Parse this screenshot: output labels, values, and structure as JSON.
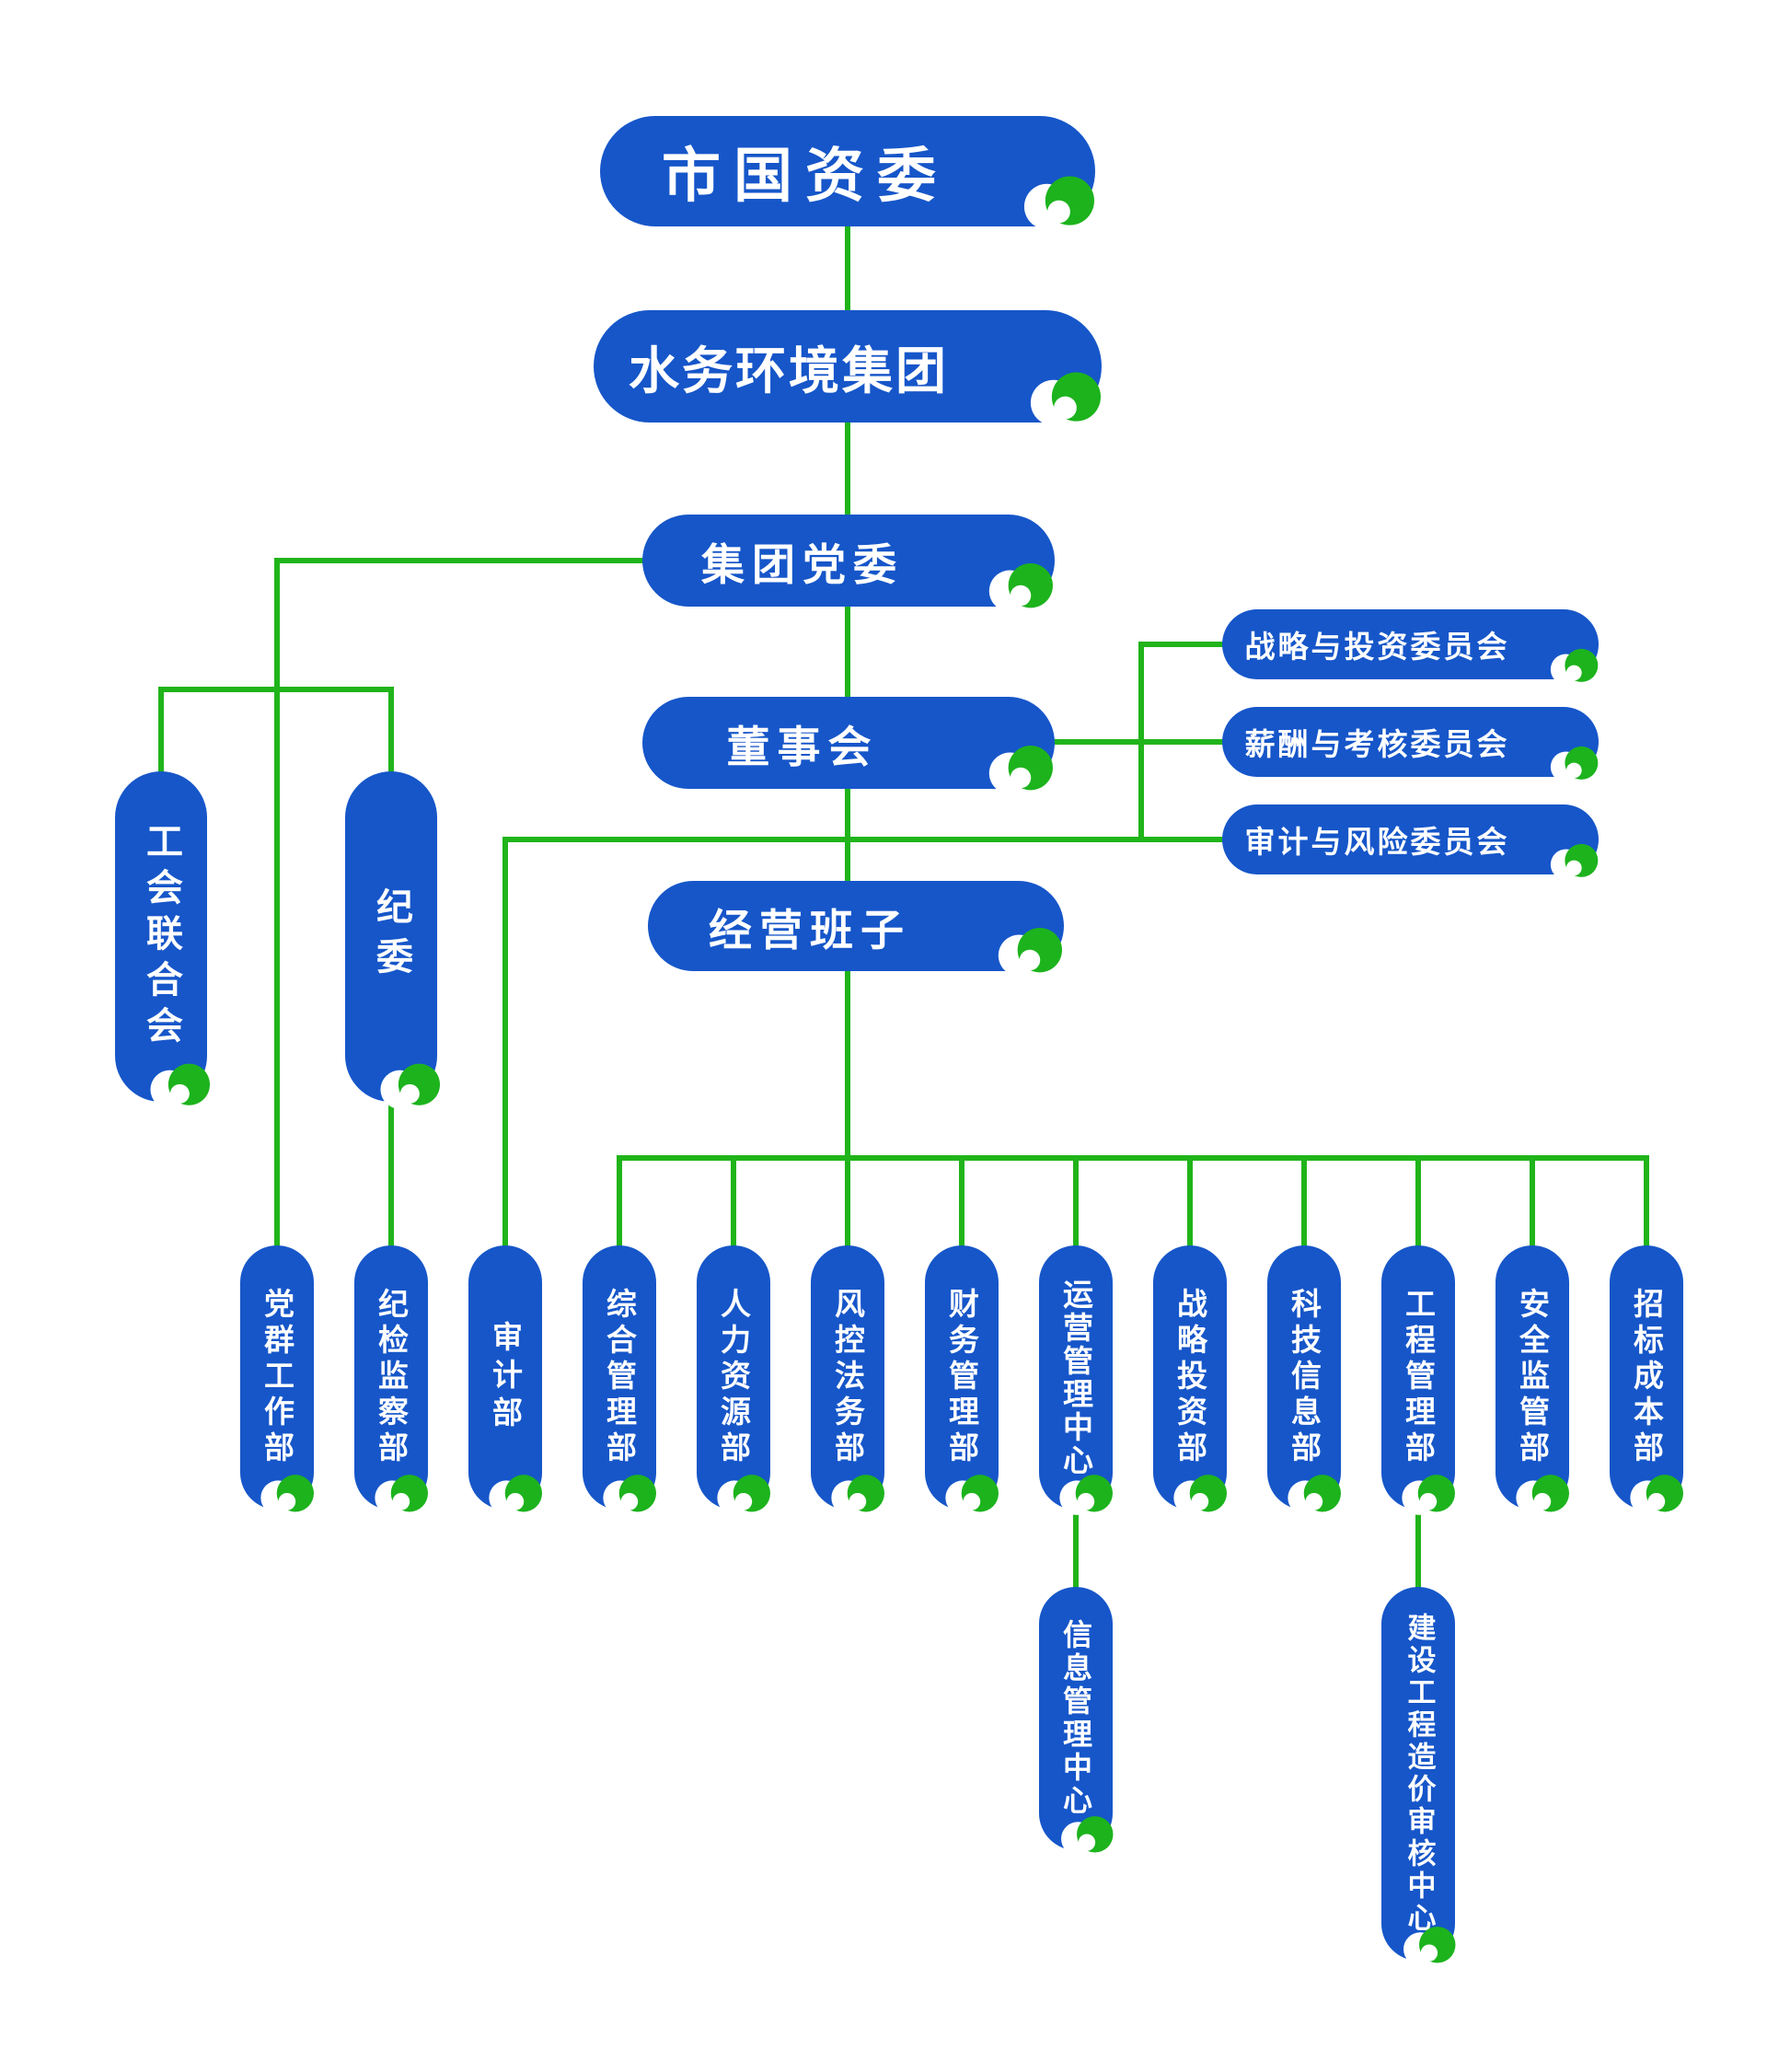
{
  "colors": {
    "node_blue": "#1656c9",
    "line_green": "#20b41a",
    "icon_green": "#1db31d",
    "text_white": "#ffffff"
  },
  "icon": {
    "name": "swirl-logo-icon"
  },
  "nodes": {
    "sasac": "市国资委",
    "group": "水务环境集团",
    "party_committee": "集团党委",
    "board": "董事会",
    "management_team": "经营班子",
    "committees": [
      "战略与投资委员会",
      "薪酬与考核委员会",
      "审计与风险委员会"
    ],
    "union_federation": "工会联合会",
    "discipline_committee": "纪委",
    "departments": [
      "党群工作部",
      "纪检监察部",
      "审计部",
      "综合管理部",
      "人力资源部",
      "风控法务部",
      "财务管理部",
      "运营管理中心",
      "战略投资部",
      "科技信息部",
      "工程管理部",
      "安全监管部",
      "招标成本部"
    ],
    "sub_centers": [
      "信息管理中心",
      "建设工程造价审核中心"
    ]
  }
}
